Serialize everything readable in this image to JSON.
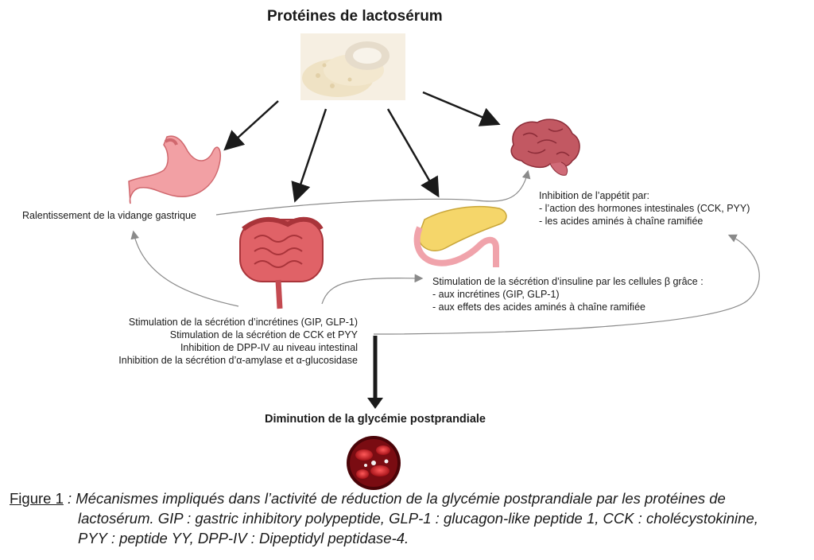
{
  "title": "Protéines de lactosérum",
  "stomach": {
    "label": "Ralentissement de la vidange gastrique"
  },
  "brain": {
    "heading": "Inhibition de l’appétit par:",
    "items": [
      "- l’action des hormones intestinales (CCK, PYY)",
      "- les acides aminés à chaîne ramifiée"
    ]
  },
  "pancreas": {
    "heading": "Stimulation de la sécrétion d’insuline par les cellules β grâce :",
    "items": [
      "- aux incrétines (GIP, GLP-1)",
      "- aux effets des acides aminés à chaîne ramifiée"
    ]
  },
  "intestine": {
    "lines": [
      "Stimulation de la sécrétion d’incrétines (GIP, GLP-1)",
      "Stimulation de la sécrétion de CCK et PYY",
      "Inhibition de DPP-IV au niveau intestinal",
      "Inhibition de la sécrétion d’α-amylase et α-glucosidase"
    ]
  },
  "outcome": "Diminution de la glycémie postprandiale",
  "caption": {
    "label": "Figure 1",
    "separator": " : ",
    "line1": "Mécanismes impliqués dans l’activité de réduction de la glycémie postprandiale par les protéines de",
    "line2": "lactosérum. GIP : gastric inhibitory polypeptide, GLP-1 : glucagon-like peptide 1, CCK : cholécystokinine,",
    "line3": "PYY : peptide YY, DPP-IV : Dipeptidyl peptidase-4."
  },
  "colors": {
    "arrow": "#1a1a1a",
    "thin_arrow": "#8a8a8a",
    "blood": "#b3111b",
    "stomach": "#f2a0a4",
    "pancreas": "#f5d66a"
  }
}
